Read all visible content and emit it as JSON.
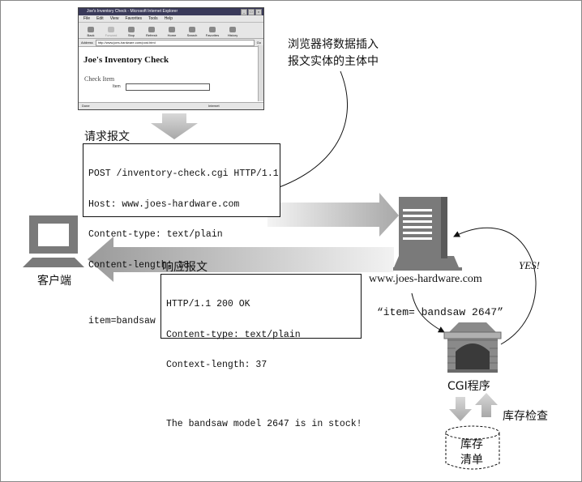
{
  "browser": {
    "title": "Joe's Inventory Check - Microsoft Internet Explorer",
    "menu": [
      "File",
      "Edit",
      "View",
      "Favorites",
      "Tools",
      "Help"
    ],
    "toolbar": [
      "Back",
      "Forward",
      "Stop",
      "Refresh",
      "Home",
      "Search",
      "Favorites",
      "History"
    ],
    "address_label": "Address",
    "address_value": "http://www.joes-hardware.com/post.html",
    "go_label": "Go",
    "page_heading": "Joe's Inventory Check",
    "section_label": "Check Item",
    "item_label": "Item",
    "status_left": "Done",
    "status_zone": "Internet"
  },
  "annotations": {
    "browser_note_line1": "浏览器将数据插入",
    "browser_note_line2": "报文实体的主体中",
    "request_title": "请求报文",
    "response_title": "响应报文",
    "client_label": "客户端",
    "server_label": "www.joes-hardware.com",
    "yes_label": "YES!",
    "cgi_label": "CGI程序",
    "query_label": "“item= bandsaw 2647”",
    "lookup_label": "库存检查",
    "db_label_line1": "库存",
    "db_label_line2": "清单"
  },
  "request": {
    "lines": [
      "POST /inventory-check.cgi HTTP/1.1",
      "Host: www.joes-hardware.com",
      "Content-type: text/plain",
      "Content-length: 18",
      "",
      "item=bandsaw 2647"
    ]
  },
  "response": {
    "lines": [
      "HTTP/1.1 200 OK",
      "Content-type: text/plain",
      "Context-length: 37",
      "",
      "The bandsaw model 2647 is in stock!"
    ]
  }
}
